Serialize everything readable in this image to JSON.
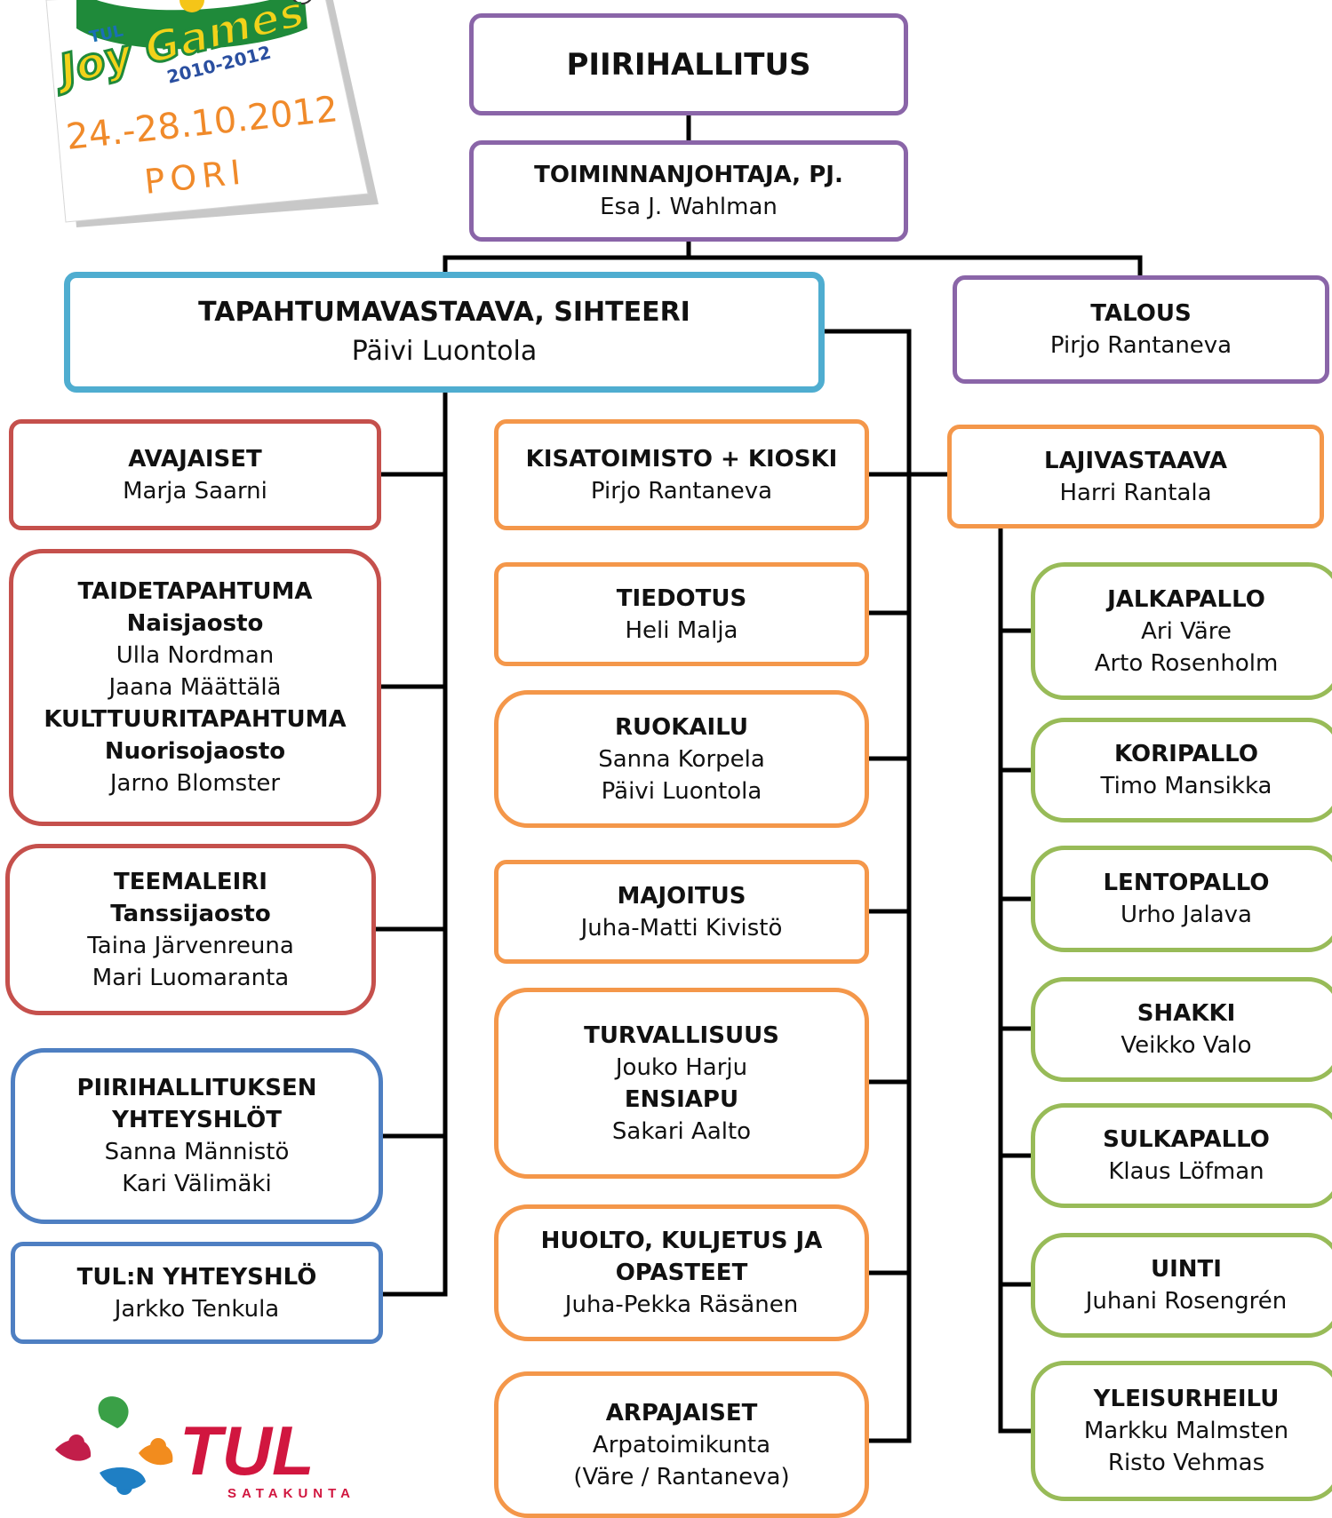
{
  "logos": {
    "joy_games": {
      "brand": "TUL",
      "title": "Joy Games",
      "years": "2010-2012",
      "dates": "24.-28.10.2012",
      "city": "PORI"
    },
    "tul": {
      "name": "TUL",
      "sub": "SATAKUNTA"
    }
  },
  "boxes": {
    "piirihallitus": [
      "PIIRIHALLITUS"
    ],
    "toiminnanjohtaja": [
      "TOIMINNANJOHTAJA, PJ.",
      "Esa J. Wahlman"
    ],
    "tapahtumavastaava": [
      "TAPAHTUMAVASTAAVA, SIHTEERI",
      "Päivi Luontola"
    ],
    "talous": [
      "TALOUS",
      "Pirjo Rantaneva"
    ],
    "avajaiset": [
      "AVAJAISET",
      "Marja Saarni"
    ],
    "taidetapahtuma": [
      "TAIDETAPAHTUMA",
      "Naisjaosto",
      "Ulla Nordman",
      "Jaana Määttälä",
      "KULTTUURITAPAHTUMA",
      "Nuorisojaosto",
      "Jarno Blomster"
    ],
    "teemaleiri": [
      "TEEMALEIRI",
      "Tanssijaosto",
      "Taina Järvenreuna",
      "Mari Luomaranta"
    ],
    "yhteyshlot": [
      "PIIRIHALLITUKSEN",
      "YHTEYSHLÖT",
      "Sanna Männistö",
      "Kari Välimäki"
    ],
    "tul_yhteyshlo": [
      "TUL:N YHTEYSHLÖ",
      "Jarkko Tenkula"
    ],
    "kisatoimisto": [
      "KISATOIMISTO + KIOSKI",
      "Pirjo Rantaneva"
    ],
    "tiedotus": [
      "TIEDOTUS",
      "Heli Malja"
    ],
    "ruokailu": [
      "RUOKAILU",
      "Sanna Korpela",
      "Päivi Luontola"
    ],
    "majoitus": [
      "MAJOITUS",
      "Juha-Matti Kivistö"
    ],
    "turvallisuus": [
      "TURVALLISUUS",
      "Jouko Harju",
      "ENSIAPU",
      "Sakari Aalto"
    ],
    "huolto": [
      "HUOLTO, KULJETUS JA",
      "OPASTEET",
      "Juha-Pekka Räsänen"
    ],
    "arpajaiset": [
      "ARPAJAISET",
      "Arpatoimikunta",
      "(Väre / Rantaneva)"
    ],
    "lajivastaava": [
      "LAJIVASTAAVA",
      "Harri Rantala"
    ],
    "jalkapallo": [
      "JALKAPALLO",
      "Ari Väre",
      "Arto Rosenholm"
    ],
    "koripallo": [
      "KORIPALLO",
      "Timo Mansikka"
    ],
    "lentopallo": [
      "LENTOPALLO",
      "Urho Jalava"
    ],
    "shakki": [
      "SHAKKI",
      "Veikko Valo"
    ],
    "sulkapallo": [
      "SULKAPALLO",
      "Klaus Löfman"
    ],
    "uinti": [
      "UINTI",
      "Juhani Rosengrén"
    ],
    "yleisurheilu": [
      "YLEISURHEILU",
      "Markku Malmsten",
      "Risto Vehmas"
    ]
  },
  "colors": {
    "purple": "#8a65a8",
    "teal": "#4fadd0",
    "red": "#c5504c",
    "orange": "#f4974a",
    "green": "#98bb58",
    "blue": "#4e7fc2",
    "connector": "#000000"
  }
}
